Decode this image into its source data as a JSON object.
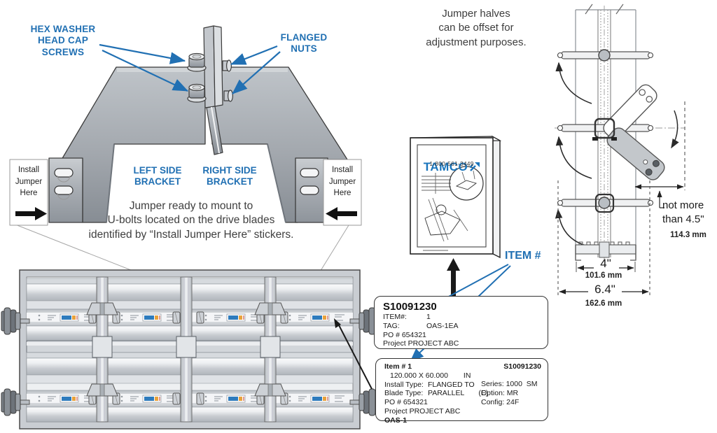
{
  "colors": {
    "accent_blue": "#2170b3",
    "brand_blue": "#1a75bc",
    "text_dark": "#3d3d3d",
    "metal_gray": "#a9aeb4",
    "leader_gray": "#a6a6a6"
  },
  "bracket_diagram": {
    "hex_label": "HEX WASHER\nHEAD CAP\nSCREWS",
    "flanged_label": "FLANGED\nNUTS",
    "left_bracket_label": "LEFT SIDE\nBRACKET",
    "right_bracket_label": "RIGHT SIDE\nBRACKET",
    "caption": "Jumper ready to mount to\nU-bolts located on the drive blades\nidentified by “Install Jumper Here” stickers.",
    "install_sticker_left": "Install\nJumper\nHere",
    "install_sticker_right": "Install\nJumper\nHere"
  },
  "offset_note": "Jumper halves\ncan be offset for\nadjustment purposes.",
  "tamco_box": {
    "brand": "TAMCO",
    "phone": "1-800-561-3449"
  },
  "item_pointer_label": "ITEM #",
  "shipping_label": {
    "order_number": "S10091230",
    "item_label": "ITEM#:",
    "item_value": "1",
    "tag_label": "TAG:",
    "tag_value": "OAS-1EA",
    "po_line": "PO # 654321",
    "project_line": "Project PROJECT ABC"
  },
  "item_detail": {
    "title": "Item # 1",
    "order_number": "S10091230",
    "size": "120.000 X 60.000",
    "size_unit": "IN",
    "install_label": "Install Type:",
    "install_value": "FLANGED TO",
    "blade_label": "Blade Type:",
    "blade_value": "PARALLEL",
    "blade_suffix": "(E)",
    "po_line": "PO # 654321",
    "project_line": "Project PROJECT ABC",
    "tag": "OAS-1",
    "series_line": "Series: 1000  SM",
    "option_line": "Option: MR",
    "config_line": "Config: 24F"
  },
  "section_diagram": {
    "offset_limit": "not more\nthan 4.5\"",
    "offset_limit_mm": "114.3 mm",
    "depth_in": "4\"",
    "depth_mm": "101.6 mm",
    "overall_in": "6.4\"",
    "overall_mm": "162.6 mm"
  }
}
